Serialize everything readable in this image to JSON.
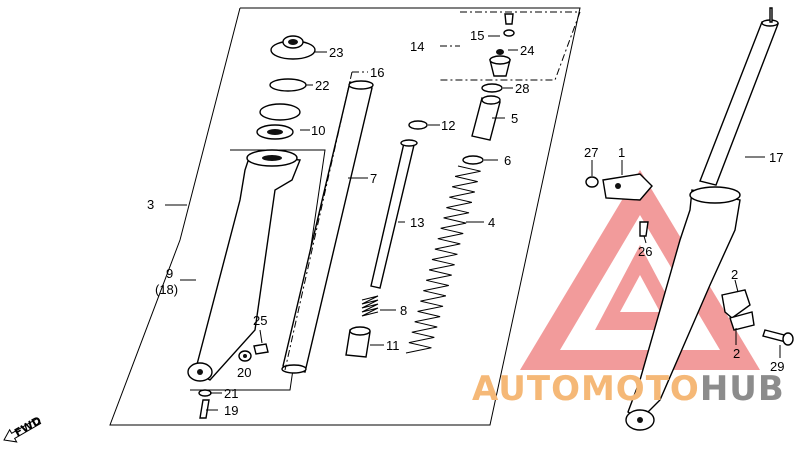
{
  "labels": {
    "p1": "1",
    "p2a": "2",
    "p2b": "2",
    "p3": "3",
    "p4": "4",
    "p5": "5",
    "p6": "6",
    "p7": "7",
    "p8": "8",
    "p9": "9",
    "p9alt": "(18)",
    "p10": "10",
    "p11": "11",
    "p12": "12",
    "p13": "13",
    "p14": "14",
    "p15": "15",
    "p16": "16",
    "p17": "17",
    "p19": "19",
    "p20": "20",
    "p21": "21",
    "p22": "22",
    "p23": "23",
    "p24": "24",
    "p25": "25",
    "p26": "26",
    "p27": "27",
    "p28": "28",
    "p29": "29"
  },
  "direction_label": "FWD",
  "watermark": {
    "prefix": "AUTOMOTO",
    "suffix": "HUB",
    "prefix_color": "#f5b877",
    "suffix_color": "#8c8c8c",
    "logo_color": "#f08a8a"
  }
}
